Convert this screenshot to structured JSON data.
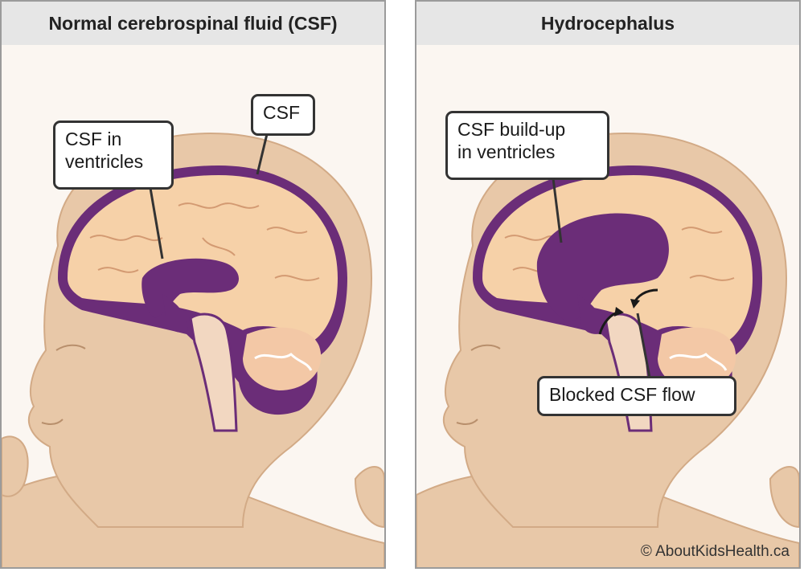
{
  "panels": {
    "normal": {
      "title": "Normal cerebrospinal fluid (CSF)",
      "callouts": {
        "csf_in_ventricles": "CSF in\nventricles",
        "csf": "CSF"
      }
    },
    "hydrocephalus": {
      "title": "Hydrocephalus",
      "callouts": {
        "buildup": "CSF build-up\nin ventricles",
        "blocked": "Blocked CSF flow"
      }
    }
  },
  "copyright": "© AboutKidsHealth.ca",
  "colors": {
    "skin": "#e8c8a8",
    "skin_outline": "#d2aa86",
    "brain": "#f6d1a8",
    "csf_purple": "#6b2d78",
    "csf_light": "#a26bb0",
    "header_bg": "#e6e6e6"
  }
}
